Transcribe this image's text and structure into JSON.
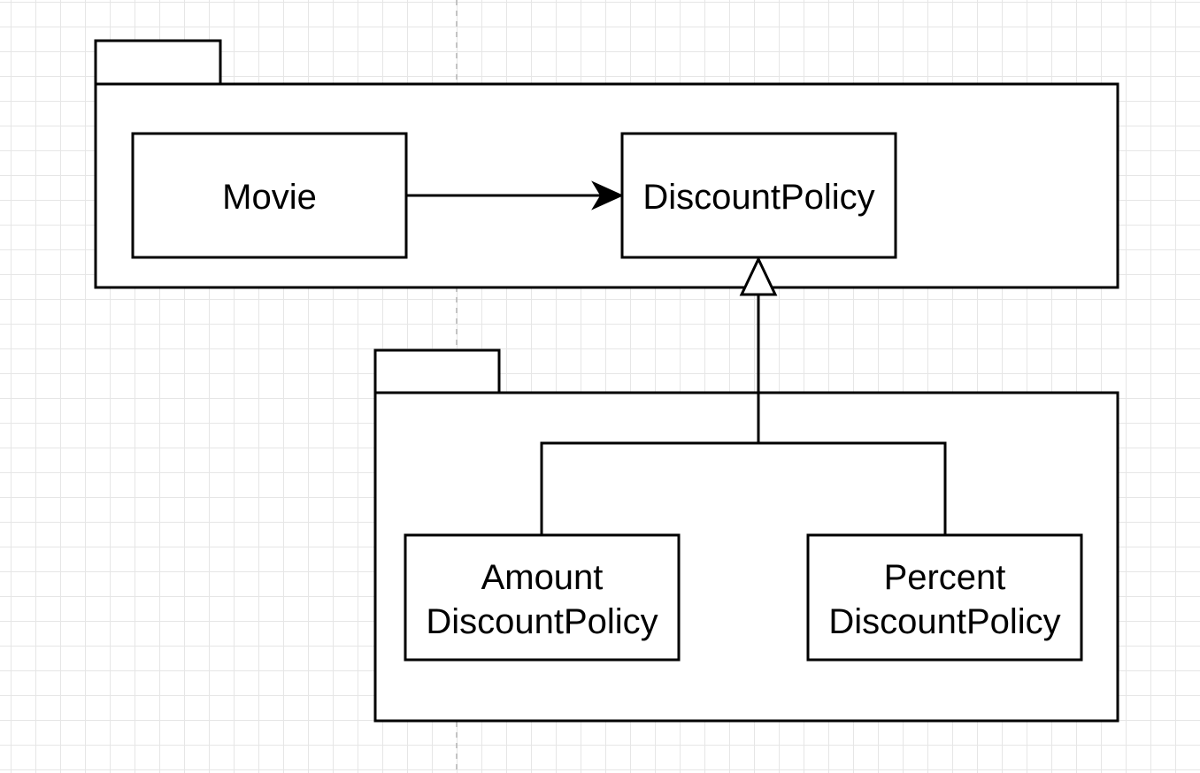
{
  "diagram": {
    "packages": [
      {
        "id": "upper-package",
        "contains": [
          "movie",
          "discount-policy"
        ]
      },
      {
        "id": "lower-package",
        "contains": [
          "amount-discount-policy",
          "percent-discount-policy"
        ]
      }
    ],
    "classes": {
      "movie": {
        "line1": "Movie"
      },
      "discount_policy": {
        "line1": "DiscountPolicy"
      },
      "amount_discount_policy": {
        "line1": "Amount",
        "line2": "DiscountPolicy"
      },
      "percent_discount_policy": {
        "line1": "Percent",
        "line2": "DiscountPolicy"
      }
    },
    "relations": [
      {
        "type": "dependency",
        "from": "Movie",
        "to": "DiscountPolicy"
      },
      {
        "type": "generalization",
        "from": "AmountDiscountPolicy",
        "to": "DiscountPolicy"
      },
      {
        "type": "generalization",
        "from": "PercentDiscountPolicy",
        "to": "DiscountPolicy"
      }
    ],
    "colors": {
      "stroke": "#000000",
      "fill": "#ffffff",
      "grid": "#e6e6e6",
      "guide": "#b3b3b3"
    }
  }
}
